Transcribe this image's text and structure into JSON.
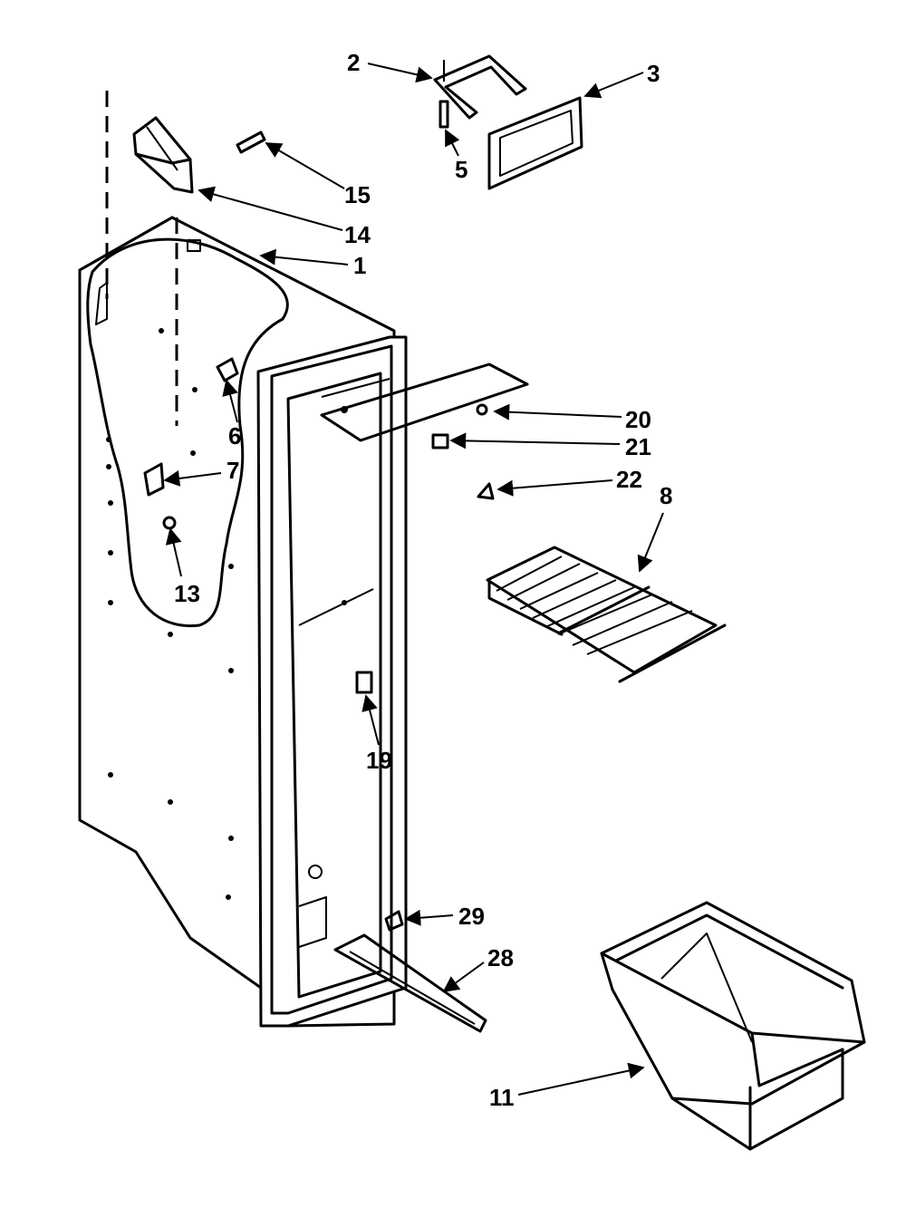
{
  "callouts": {
    "c1": "1",
    "c2": "2",
    "c3": "3",
    "c5": "5",
    "c6": "6",
    "c7": "7",
    "c8": "8",
    "c11": "11",
    "c13": "13",
    "c14": "14",
    "c15": "15",
    "c19": "19",
    "c20": "20",
    "c21": "21",
    "c22": "22",
    "c28": "28",
    "c29": "29"
  }
}
